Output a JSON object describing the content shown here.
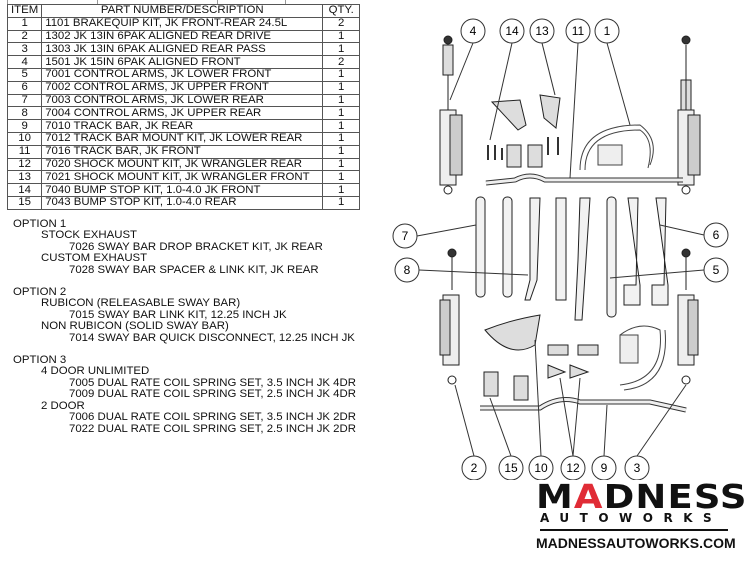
{
  "bom": {
    "headers": {
      "item": "ITEM",
      "description": "PART NUMBER/DESCRIPTION",
      "qty": "QTY."
    },
    "rows": [
      {
        "item": "1",
        "description": "1101 BRAKEQUIP KIT, JK FRONT-REAR 24.5L",
        "qty": "2"
      },
      {
        "item": "2",
        "description": "1302 JK 13IN 6PAK ALIGNED REAR DRIVE",
        "qty": "1"
      },
      {
        "item": "3",
        "description": "1303 JK 13IN 6PAK ALIGNED REAR PASS",
        "qty": "1"
      },
      {
        "item": "4",
        "description": "1501 JK 15IN 6PAK ALIGNED FRONT",
        "qty": "2"
      },
      {
        "item": "5",
        "description": "7001 CONTROL ARMS, JK LOWER FRONT",
        "qty": "1"
      },
      {
        "item": "6",
        "description": "7002 CONTROL ARMS, JK UPPER FRONT",
        "qty": "1"
      },
      {
        "item": "7",
        "description": "7003 CONTROL ARMS, JK LOWER REAR",
        "qty": "1"
      },
      {
        "item": "8",
        "description": "7004 CONTROL ARMS, JK UPPER REAR",
        "qty": "1"
      },
      {
        "item": "9",
        "description": "7010 TRACK BAR, JK REAR",
        "qty": "1"
      },
      {
        "item": "10",
        "description": "7012 TRACK BAR MOUNT KIT, JK LOWER REAR",
        "qty": "1"
      },
      {
        "item": "11",
        "description": "7016 TRACK BAR, JK FRONT",
        "qty": "1"
      },
      {
        "item": "12",
        "description": "7020 SHOCK MOUNT KIT, JK WRANGLER REAR",
        "qty": "1"
      },
      {
        "item": "13",
        "description": "7021 SHOCK MOUNT KIT, JK WRANGLER FRONT",
        "qty": "1"
      },
      {
        "item": "14",
        "description": "7040 BUMP STOP KIT, 1.0-4.0 JK FRONT",
        "qty": "1"
      },
      {
        "item": "15",
        "description": "7043 BUMP STOP KIT, 1.0-4.0 REAR",
        "qty": "1"
      }
    ]
  },
  "options": [
    {
      "level": 0,
      "text": "OPTION 1"
    },
    {
      "level": 1,
      "text": "STOCK EXHAUST"
    },
    {
      "level": 2,
      "text": "7026 SWAY BAR DROP BRACKET KIT, JK REAR"
    },
    {
      "level": 1,
      "text": "CUSTOM EXHAUST"
    },
    {
      "level": 2,
      "text": "7028 SWAY BAR SPACER & LINK KIT, JK REAR"
    },
    {
      "level": -1,
      "text": ""
    },
    {
      "level": 0,
      "text": "OPTION 2"
    },
    {
      "level": 1,
      "text": "RUBICON (RELEASABLE SWAY BAR)"
    },
    {
      "level": 2,
      "text": "7015 SWAY BAR LINK KIT, 12.25 INCH JK"
    },
    {
      "level": 1,
      "text": "NON RUBICON  (SOLID SWAY BAR)"
    },
    {
      "level": 2,
      "text": "7014 SWAY BAR QUICK DISCONNECT, 12.25 INCH JK"
    },
    {
      "level": -1,
      "text": ""
    },
    {
      "level": 0,
      "text": "OPTION 3"
    },
    {
      "level": 1,
      "text": "4 DOOR UNLIMITED"
    },
    {
      "level": 2,
      "text": "7005 DUAL RATE COIL SPRING SET, 3.5 INCH JK 4DR"
    },
    {
      "level": 2,
      "text": "7009 DUAL RATE COIL SPRING SET, 2.5 INCH JK 4DR"
    },
    {
      "level": 1,
      "text": "2 DOOR"
    },
    {
      "level": 2,
      "text": "7006 DUAL RATE COIL SPRING SET, 3.5 INCH JK 2DR"
    },
    {
      "level": 2,
      "text": "7022 DUAL RATE COIL SPRING SET, 2.5 INCH JK 2DR"
    }
  ],
  "callouts": {
    "top": [
      "4",
      "14",
      "13",
      "11",
      "1"
    ],
    "left": [
      "7",
      "8"
    ],
    "right": [
      "6",
      "5"
    ],
    "bottom": [
      "2",
      "15",
      "10",
      "12",
      "9",
      "3"
    ]
  },
  "logo": {
    "brand_pre": "M",
    "brand_a": "A",
    "brand_post": "DNESS",
    "sub": "AUTOWORKS",
    "url": "MADNESSAUTOWORKS.COM",
    "accent": "#e02c36"
  }
}
